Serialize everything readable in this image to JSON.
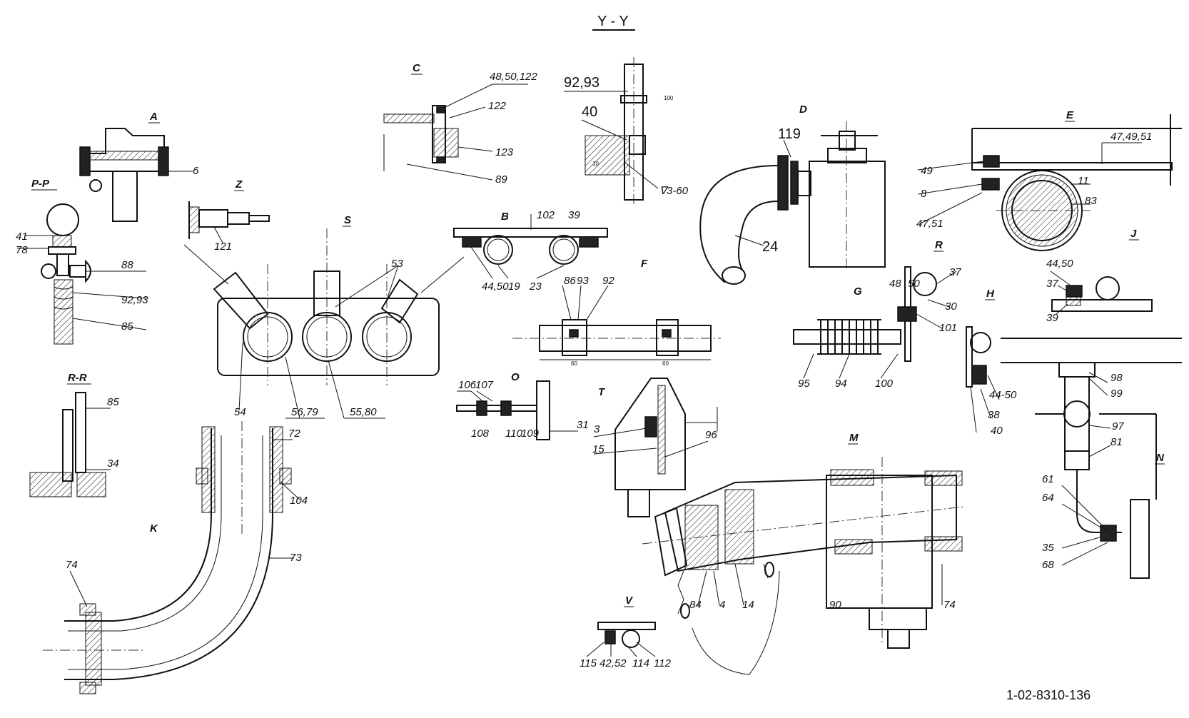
{
  "title": "Y - Y",
  "drawing_number": "1-02-8310-136",
  "views": {
    "pp": "P-P",
    "rr": "R-R",
    "a": "A",
    "z": "Z",
    "s": "S",
    "c": "C",
    "b": "B",
    "f": "F",
    "o": "O",
    "t": "T",
    "k": "K",
    "v": "V",
    "d": "D",
    "e": "E",
    "g": "G",
    "r": "R",
    "j": "J",
    "h": "H",
    "m": "M",
    "n": "N"
  },
  "labels": {
    "pp_41": "41",
    "pp_78": "78",
    "pp_88": "88",
    "pp_9293": "92,93",
    "pp_85": "85",
    "a_6": "6",
    "z_121": "121",
    "rr_85": "85",
    "rr_34": "34",
    "s_53": "53",
    "s_54": "54",
    "s_5679": "56,79",
    "s_5580": "55,80",
    "c_4850122": "48,50,122",
    "c_122": "122",
    "c_123": "123",
    "c_89": "89",
    "top_9293": "92,93",
    "top_40": "40",
    "top_10": "10",
    "top_100": "100",
    "top_360": "∇3-60",
    "b_102": "102",
    "b_39": "39",
    "b_4450": "44,50",
    "b_19": "19",
    "b_23": "23",
    "f_86": "86",
    "f_93": "93",
    "f_92": "92",
    "f_60a": "60",
    "f_60b": "60",
    "o_106": "106",
    "o_107": "107",
    "o_108": "108",
    "o_110": "110",
    "o_109": "109",
    "o_31": "31",
    "t_3": "3",
    "t_15": "15",
    "t_96": "96",
    "k_72": "72",
    "k_104": "104",
    "k_73": "73",
    "k_74": "74",
    "v_115": "115",
    "v_4252": "42,52",
    "v_114": "114",
    "v_112": "112",
    "d_119": "119",
    "d_24": "24",
    "e_474951": "47,49,51",
    "e_49": "49",
    "e_8": "8",
    "e_11": "11",
    "e_4751": "47,51",
    "e_83": "83",
    "r_37": "37",
    "r_48": "48",
    "r_50": "50",
    "r_30": "30",
    "r_101": "101",
    "g_95": "95",
    "g_94": "94",
    "g_100": "100",
    "j_4450": "44,50",
    "j_37": "37",
    "j_39": "39",
    "h_4450": "44-50",
    "h_38": "38",
    "h_40": "40",
    "h_98": "98",
    "h_99": "99",
    "h_97": "97",
    "h_81": "81",
    "n_61": "61",
    "n_64": "64",
    "n_35": "35",
    "n_68": "68",
    "m_84": "84",
    "m_4": "4",
    "m_14": "14",
    "m_90": "90",
    "m_74": "74"
  }
}
